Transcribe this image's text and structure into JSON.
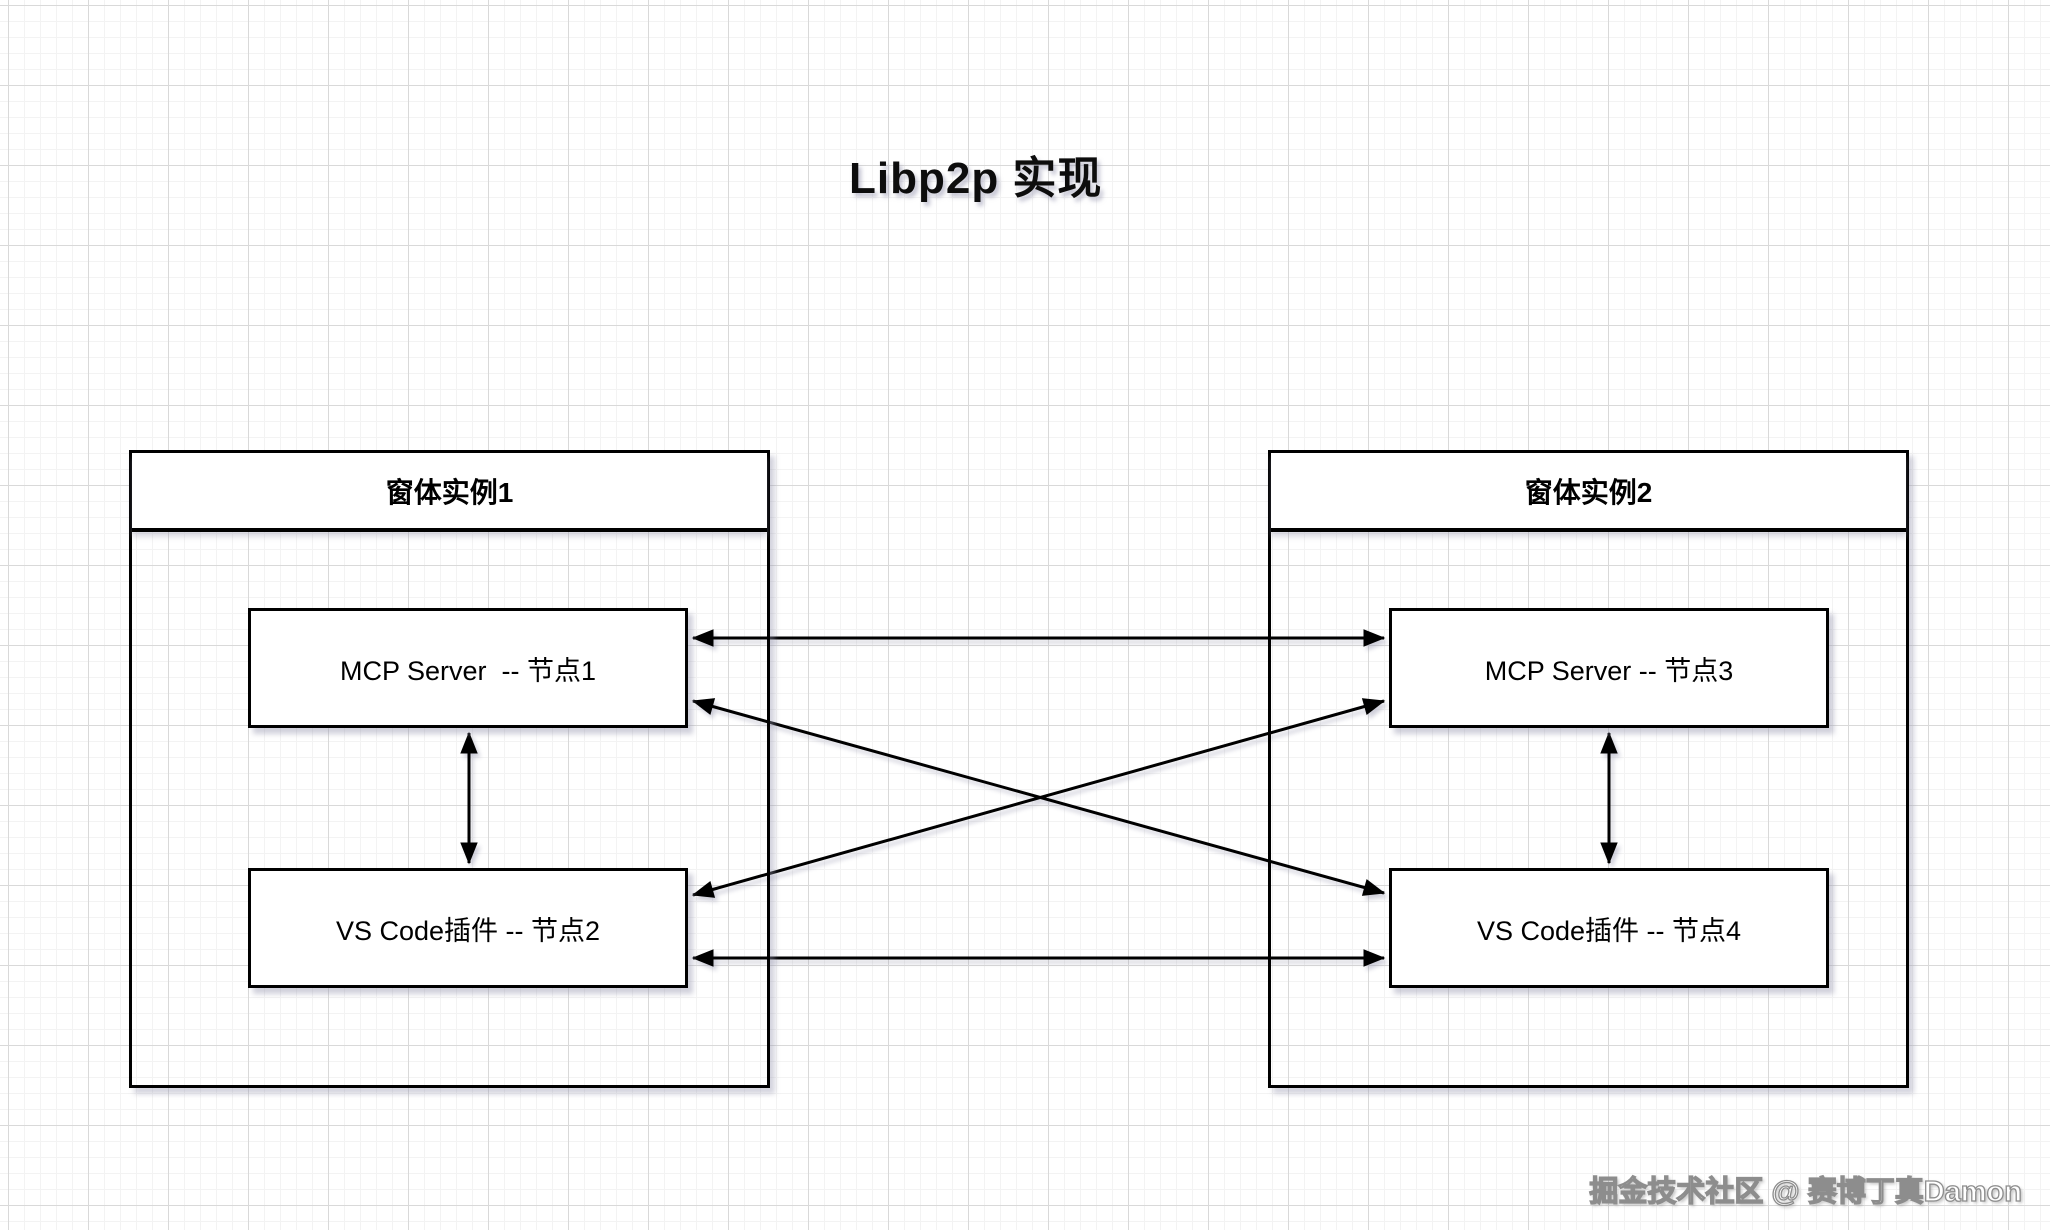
{
  "title": "Libp2p 实现",
  "watermark": "掘金技术社区 @ 赛博丁真Damon",
  "frame1": {
    "label": "窗体实例1",
    "node1": "MCP Server  -- 节点1",
    "node2": "VS Code插件 -- 节点2"
  },
  "frame2": {
    "label": "窗体实例2",
    "node3": "MCP Server -- 节点3",
    "node4": "VS Code插件 -- 节点4"
  },
  "edges": [
    {
      "from": "MCP Server  -- 节点1",
      "to": "VS Code插件 -- 节点2",
      "style": "double-headed-arrow"
    },
    {
      "from": "MCP Server -- 节点3",
      "to": "VS Code插件 -- 节点4",
      "style": "double-headed-arrow"
    },
    {
      "from": "MCP Server  -- 节点1",
      "to": "MCP Server -- 节点3",
      "style": "double-headed-arrow"
    },
    {
      "from": "VS Code插件 -- 节点2",
      "to": "VS Code插件 -- 节点4",
      "style": "double-headed-arrow"
    },
    {
      "from": "MCP Server  -- 节点1",
      "to": "VS Code插件 -- 节点4",
      "style": "double-headed-arrow"
    },
    {
      "from": "VS Code插件 -- 节点2",
      "to": "MCP Server -- 节点3",
      "style": "double-headed-arrow"
    }
  ],
  "colors": {
    "line": "#000000",
    "box_fill": "#ffffff",
    "grid_minor": "#f3f3f3",
    "grid_major": "#d9d9d9",
    "title_text": "#0d0d0d",
    "watermark_fill": "#ffffff",
    "watermark_stroke": "#8d8d8d"
  }
}
